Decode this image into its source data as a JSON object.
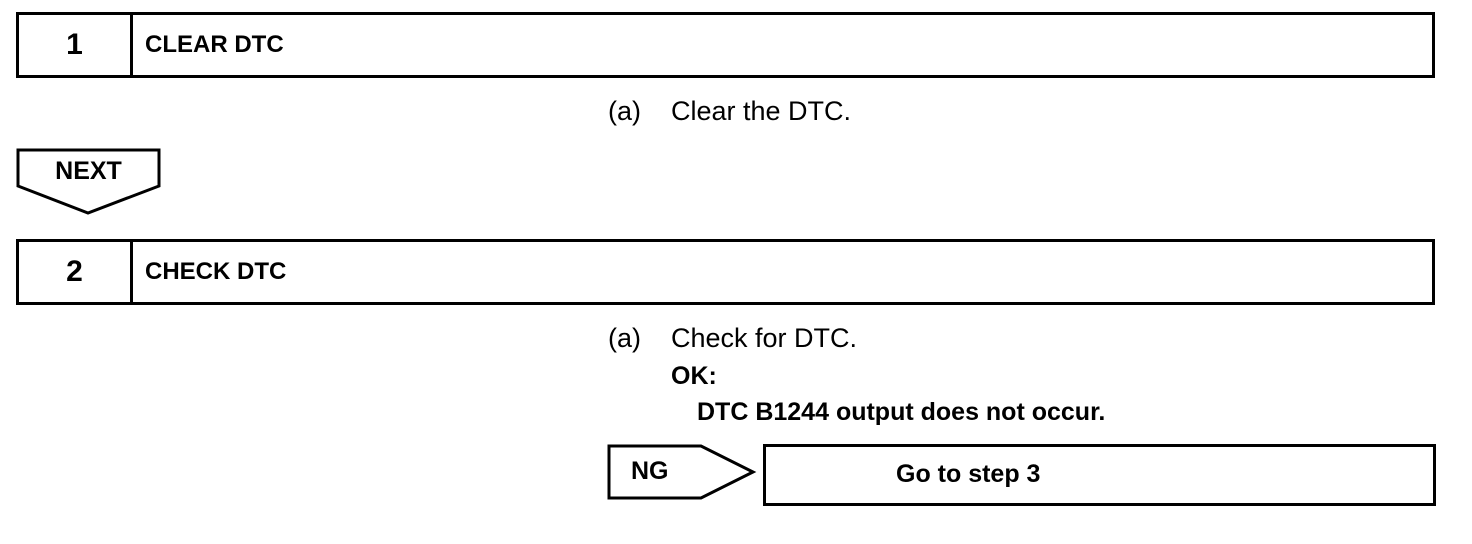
{
  "steps": [
    {
      "number": "1",
      "title": "CLEAR DTC",
      "instruction_marker": "(a)",
      "instruction_text": "Clear the DTC."
    },
    {
      "number": "2",
      "title": "CHECK DTC",
      "instruction_marker": "(a)",
      "instruction_text": "Check for DTC.",
      "ok_label": "OK:",
      "ok_condition": "DTC B1244 output does not occur."
    }
  ],
  "next_label": "NEXT",
  "ng": {
    "label": "NG",
    "target": "Go to step 3"
  }
}
